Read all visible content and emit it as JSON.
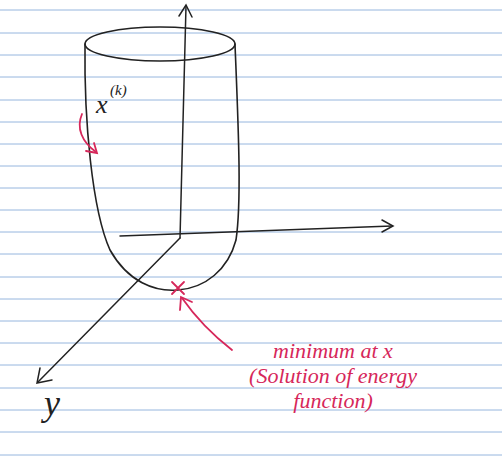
{
  "diagram": {
    "labels": [
      "x",
      "(k)",
      "y",
      "minimum at x (Solution of energy function)"
    ]
  }
}
